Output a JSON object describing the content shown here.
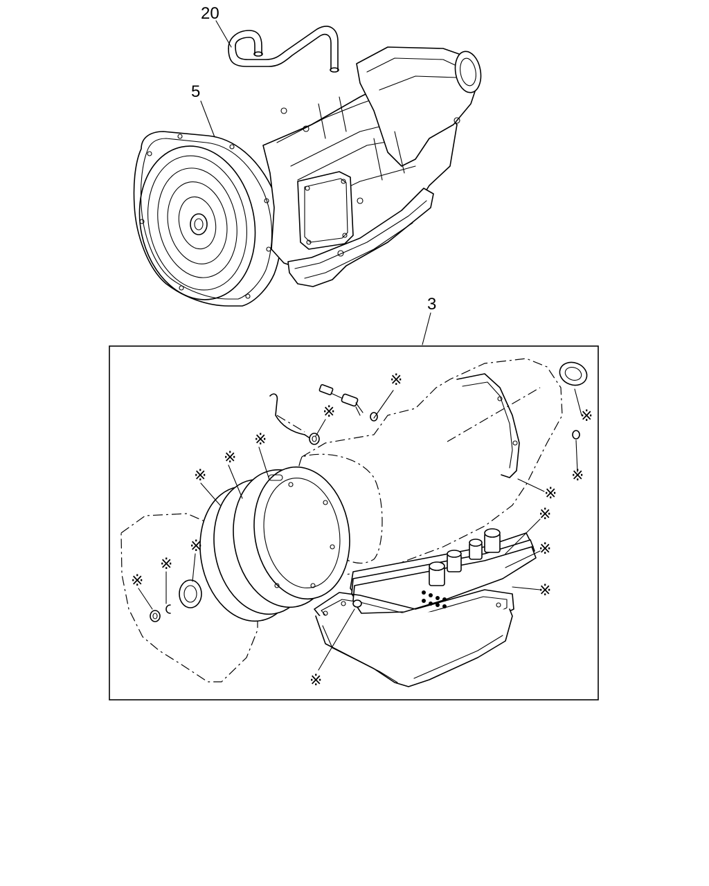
{
  "callouts": {
    "hose": "20",
    "transmission": "5",
    "repair_kit": "3"
  },
  "kit_marker": "※"
}
